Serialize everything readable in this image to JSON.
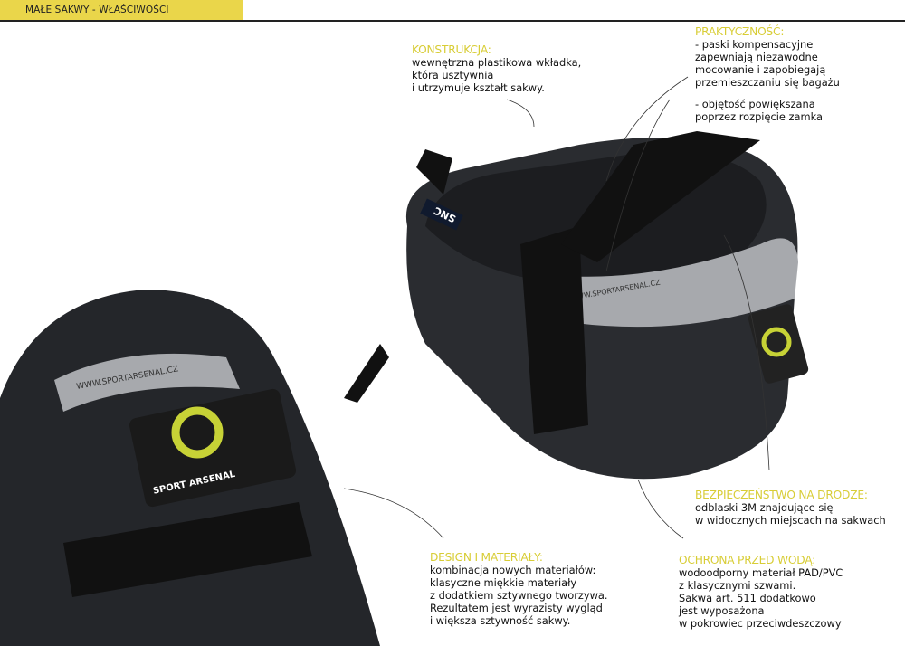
{
  "header": {
    "title": "MAŁE SAKWY - WŁAŚCIWOŚCI"
  },
  "sections": {
    "konstrukcja": {
      "title": "KONSTRUKCJA:",
      "body": "wewnętrzna plastikowa wkładka,\nktóra usztywnia\ni utrzymuje kształt sakwy."
    },
    "praktycznosc": {
      "title": "PRAKTYCZNOŚĆ:",
      "body1": "- paski kompensacyjne\nzapewniają niezawodne\nmocowanie i zapobiegają\nprzemieszczaniu się bagażu",
      "body2": "- objętość powiększana\npoprzez rozpięcie zamka"
    },
    "bezpieczenstwo": {
      "title": "BEZPIECZEŃSTWO NA DRODZE:",
      "body": "odblaski 3M znajdujące się\nw widocznych miejscach na sakwach"
    },
    "design": {
      "title": "DESIGN I MATERIAŁY:",
      "body": "kombinacja nowych materiałów:\nklasyczne miękkie materiały\nz dodatkiem sztywnego tworzywa.\nRezultatem jest wyrazisty wygląd\ni większa sztywność sakwy."
    },
    "ochrona": {
      "title": "OCHRONA PRZED WODĄ:",
      "body": "wodoodporny materiał PAD/PVC\nz klasycznymi szwami.\nSakwa art. 511 dodatkowo\njest wyposażona\nw pokrowiec przeciwdeszczowy"
    }
  },
  "product_branding": {
    "url": "WWW.SPORTARSENAL.CZ",
    "brand": "SPORT ARSENAL",
    "tag": "SNC"
  },
  "colors": {
    "header_bg": "#ead64a",
    "heading": "#d8cd36",
    "text": "#111111"
  }
}
